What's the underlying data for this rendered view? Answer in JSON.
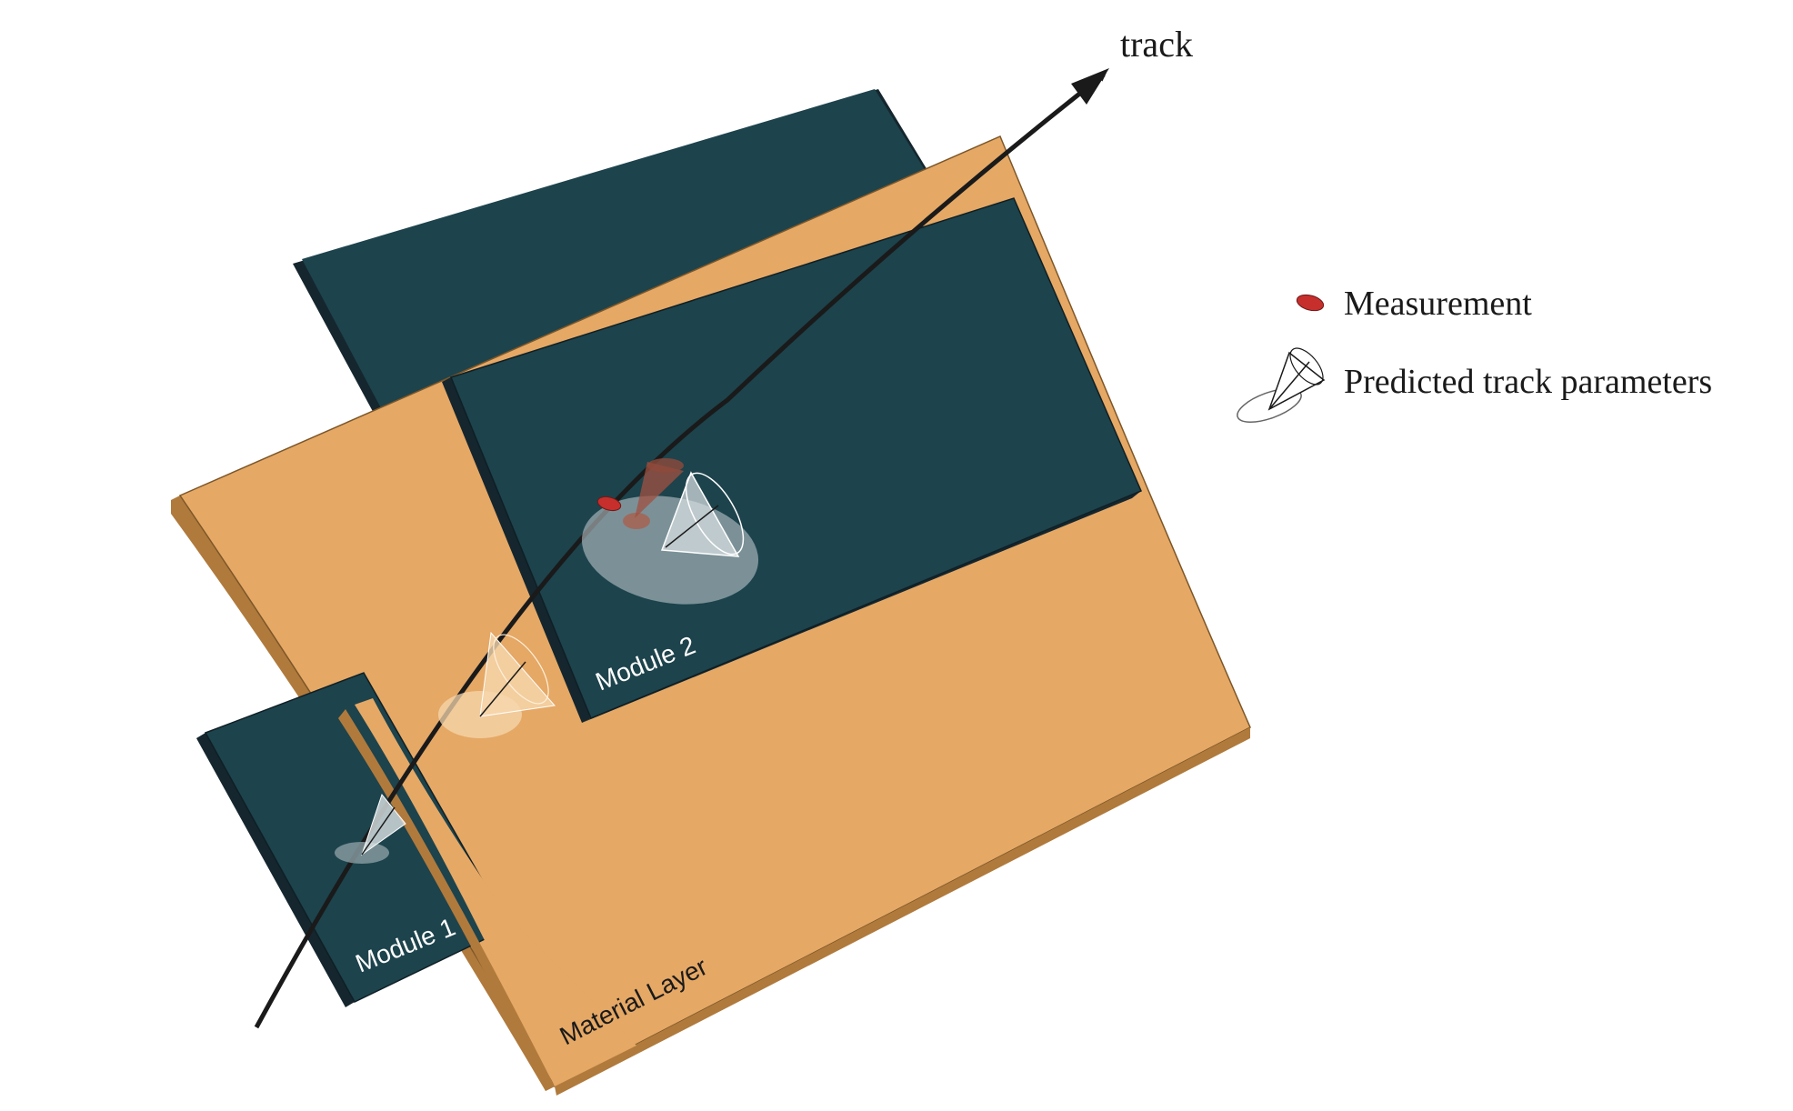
{
  "labels": {
    "track": "track",
    "module_1": "Module 1",
    "module_2": "Module 2",
    "material_layer": "Material Layer"
  },
  "legend": {
    "items": [
      {
        "label": "Measurement",
        "icon": "measurement-ellipse-icon"
      },
      {
        "label": "Predicted track parameters",
        "icon": "cone-icon"
      }
    ]
  },
  "colors": {
    "module_face": "#1d434c",
    "module_edge": "#15262e",
    "material_face": "#e5a865",
    "material_edge": "#b07a3c",
    "measurement": "#c62f2c",
    "track": "#1a1a1a",
    "cone_grey": "#c9d2d5",
    "cone_orange": "#f6d7ae"
  }
}
